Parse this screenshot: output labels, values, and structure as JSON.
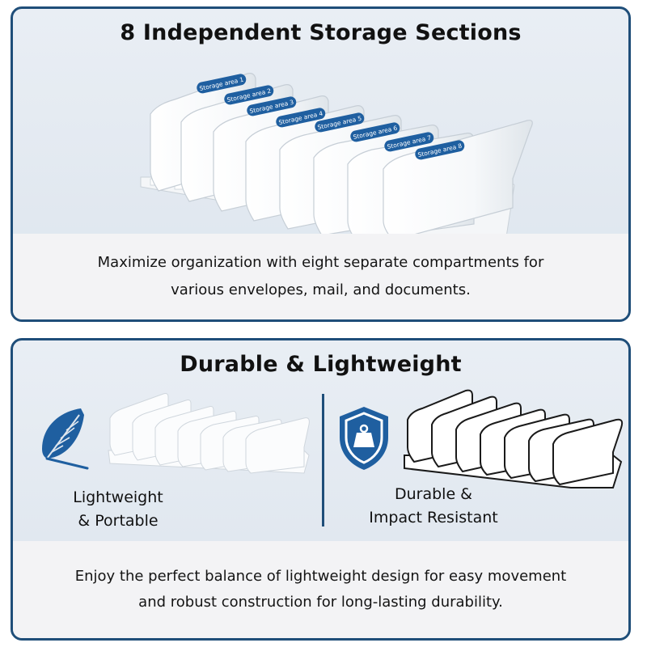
{
  "top_panel": {
    "title": "8 Independent Storage Sections",
    "storage_labels": [
      "Storage area 1",
      "Storage area 2",
      "Storage area 3",
      "Storage area 4",
      "Storage area 5",
      "Storage area 6",
      "Storage area 7",
      "Storage area 8"
    ],
    "caption_line1": "Maximize organization with eight separate compartments for",
    "caption_line2": "various envelopes, mail, and documents."
  },
  "bottom_panel": {
    "title": "Durable & Lightweight",
    "feature_left": {
      "icon": "feather-icon",
      "line1": "Lightweight",
      "line2": "& Portable"
    },
    "feature_right": {
      "icon": "shield-weight-icon",
      "line1": "Durable &",
      "line2": "Impact Resistant"
    },
    "caption_line1": "Enjoy the perfect balance of lightweight design for easy movement",
    "caption_line2": "and robust construction for long-lasting durability."
  },
  "colors": {
    "accent": "#1f4e79",
    "panel_bg": "#e4eaf1",
    "caption_bg": "#f3f3f5",
    "label_bg": "#1f5fa0"
  }
}
